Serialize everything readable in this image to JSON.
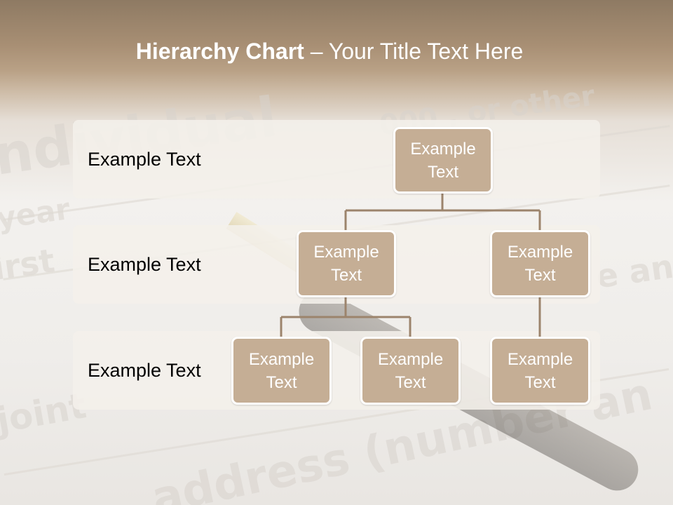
{
  "slide": {
    "title_bold": "Hierarchy Chart",
    "title_rest": " – Your Title Text Here"
  },
  "levels": [
    {
      "label": "Example Text"
    },
    {
      "label": "Example Text"
    },
    {
      "label": "Example Text"
    }
  ],
  "nodes": {
    "root": "Example Text",
    "l2_left": "Example Text",
    "l2_right": "Example Text",
    "l3_a": "Example Text",
    "l3_b": "Example Text",
    "l3_c": "Example Text"
  },
  "colors": {
    "node_fill": "#c5ae95",
    "connector": "#9c846c",
    "band": "#f4f0ea"
  }
}
